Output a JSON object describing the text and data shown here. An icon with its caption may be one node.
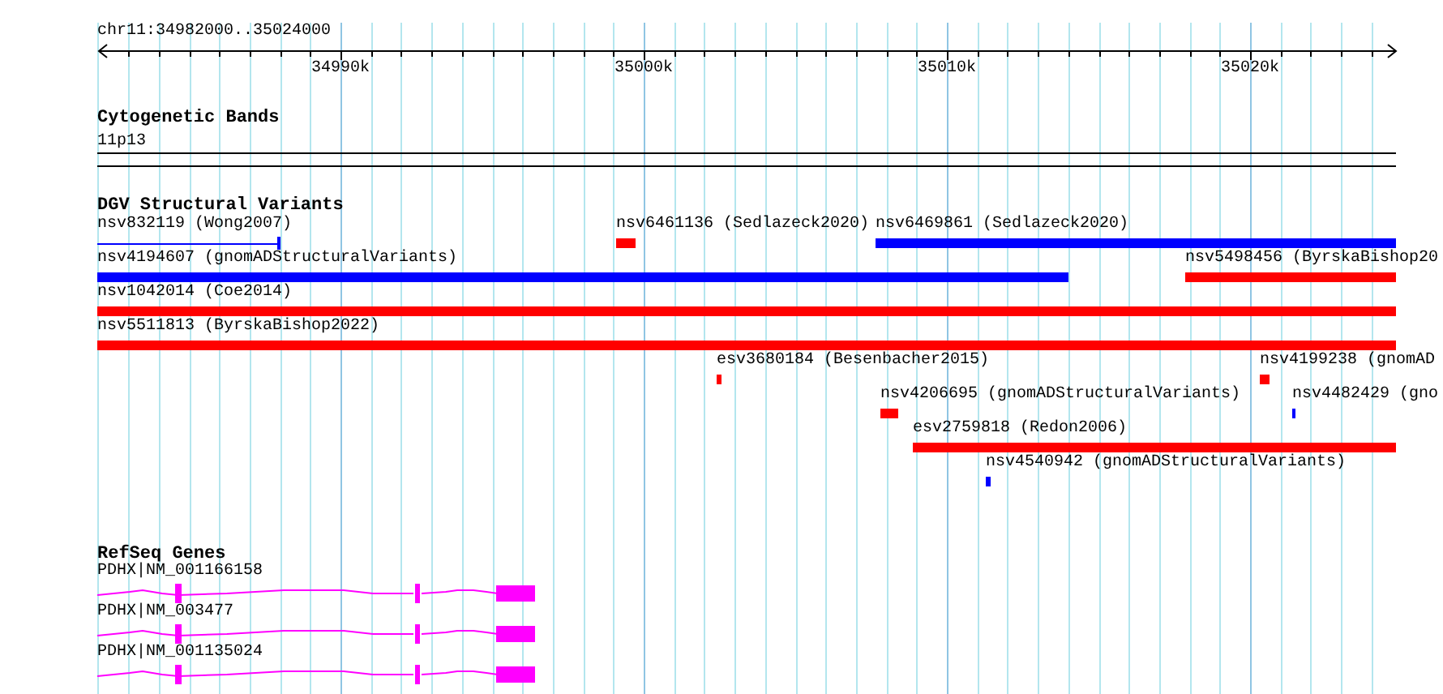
{
  "diagram": {
    "nodes": [
      {
        "text": [
          "nsv832119 (Wong2007)"
        ]
      },
      {
        "text": [
          "nsv6461136 (Sedlazeck2020)"
        ]
      },
      {
        "text": [
          "nsv6469861 (Sedlazeck2020)"
        ]
      },
      {
        "text": [
          "nsv4194607 (gnomADStructuralVariants)"
        ]
      },
      {
        "text": [
          "nsv5498456 (ByrskaBishop20"
        ]
      },
      {
        "text": [
          "nsv1042014 (Coe2014)"
        ]
      },
      {
        "text": [
          "nsv5511813 (ByrskaBishop2022)"
        ]
      },
      {
        "text": [
          "esv3680184 (Besenbacher2015)"
        ]
      },
      {
        "text": [
          "nsv4199238 (gnomAD"
        ]
      },
      {
        "text": [
          "nsv4206695 (gnomADStructuralVariants)"
        ]
      },
      {
        "text": [
          "nsv4482429 (gno"
        ]
      },
      {
        "text": [
          "esv2759818 (Redon2006)"
        ]
      },
      {
        "text": [
          "nsv4540942 (gnomADStructuralVariants)"
        ]
      },
      {
        "text": [
          "PDHX|NM_001166158"
        ]
      },
      {
        "text": [
          "PDHX|NM_003477"
        ]
      },
      {
        "text": [
          "PDHX|NM_001135024"
        ]
      }
    ],
    "edges": [],
    "labels": [
      "chr11:34982000..35024000",
      "34990k",
      "35000k",
      "35010k",
      "35020k",
      "Cytogenetic Bands",
      "11p13",
      "DGV Structural Variants",
      "RefSeq Genes"
    ]
  }
}
